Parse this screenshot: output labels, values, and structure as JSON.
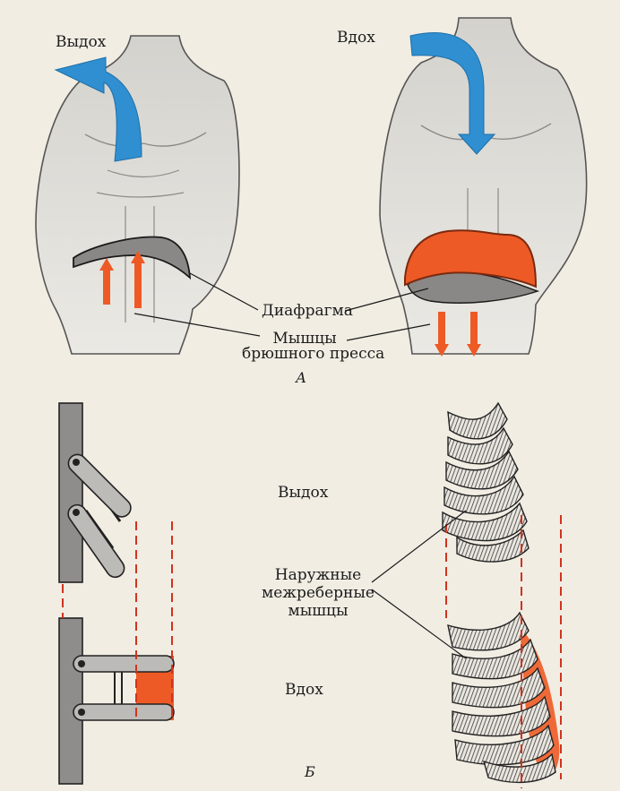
{
  "panel_a": {
    "label_exhale": "Выдох",
    "label_inhale": "Вдох",
    "label_diaphragm": "Диафрагма",
    "label_abdominal_1": "Мышцы",
    "label_abdominal_2": "брюшного пресса",
    "panel_letter": "А"
  },
  "panel_b": {
    "label_exhale": "Выдох",
    "label_inhale": "Вдох",
    "label_intercostal_1": "Наружные",
    "label_intercostal_2": "межреберные",
    "label_intercostal_3": "мышцы",
    "panel_letter": "Б"
  },
  "colors": {
    "diaphragm": "#ee5a25",
    "arrow_blue": "#2f8fd0",
    "arrow_red": "#ee5a25",
    "skin": "#d9d7d2"
  }
}
